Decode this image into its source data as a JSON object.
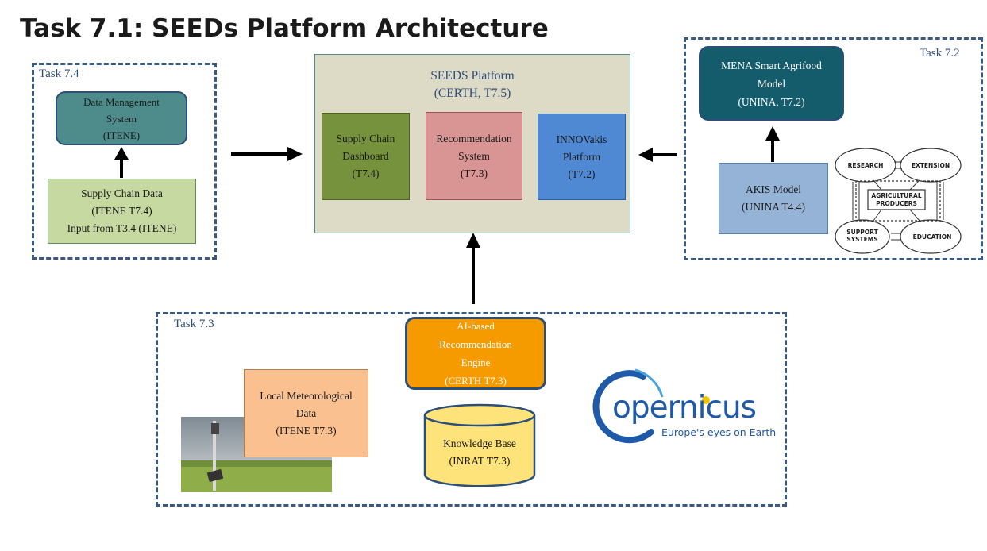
{
  "title": "Task 7.1: SEEDs Platform Architecture",
  "task74": {
    "label": "Task 7.4",
    "dms": [
      "Data Management",
      "System",
      "(ITENE)"
    ],
    "scd": [
      "Supply Chain Data",
      "(ITENE T7.4)",
      "Input from T3.4 (ITENE)"
    ]
  },
  "platform": {
    "title": "SEEDS Platform",
    "subtitle": "(CERTH, T7.5)",
    "dashboard": [
      "Supply Chain",
      "Dashboard",
      "(T7.4)"
    ],
    "recommendation": [
      "Recommendation",
      "System",
      "(T7.3)"
    ],
    "innovakis": [
      "INNOVakis",
      "Platform",
      "(T7.2)"
    ]
  },
  "task72": {
    "label": "Task 7.2",
    "mena": [
      "MENA Smart Agrifood",
      "Model",
      "(UNINA, T7.2)"
    ],
    "akis": [
      "AKIS Model",
      "(UNINA T4.4)"
    ],
    "akis_diagram": {
      "research": "RESEARCH",
      "extension": "EXTENSION",
      "producers": [
        "AGRICULTURAL",
        "PRODUCERS"
      ],
      "support": [
        "SUPPORT",
        "SYSTEMS"
      ],
      "education": "EDUCATION"
    }
  },
  "task73": {
    "label": "Task 7.3",
    "ai_engine": [
      "AI-based",
      "Recommendation",
      "Engine",
      "(CERTH T7.3)"
    ],
    "meteo": [
      "Local Meteorological",
      "Data",
      "(ITENE T7.3)"
    ],
    "kb": [
      "Knowledge Base",
      "(INRAT T7.3)"
    ],
    "copernicus": {
      "wordmark": "opernicus",
      "tagline": "Europe's eyes on Earth"
    }
  },
  "colors": {
    "dashed_border": "#3a5a86",
    "dms_fill": "#4e8b8b",
    "scd_fill": "#c6d9a0",
    "platform_fill": "#dddac6",
    "dashboard_fill": "#76923c",
    "recommendation_fill": "#d99594",
    "innovakis_fill": "#4f89d4",
    "mena_fill": "#145c6c",
    "akis_fill": "#95b3d7",
    "ai_fill": "#f59b00",
    "meteo_fill": "#fac090",
    "kb_fill": "#fde37a",
    "copernicus_blue": "#1f5aa8"
  }
}
